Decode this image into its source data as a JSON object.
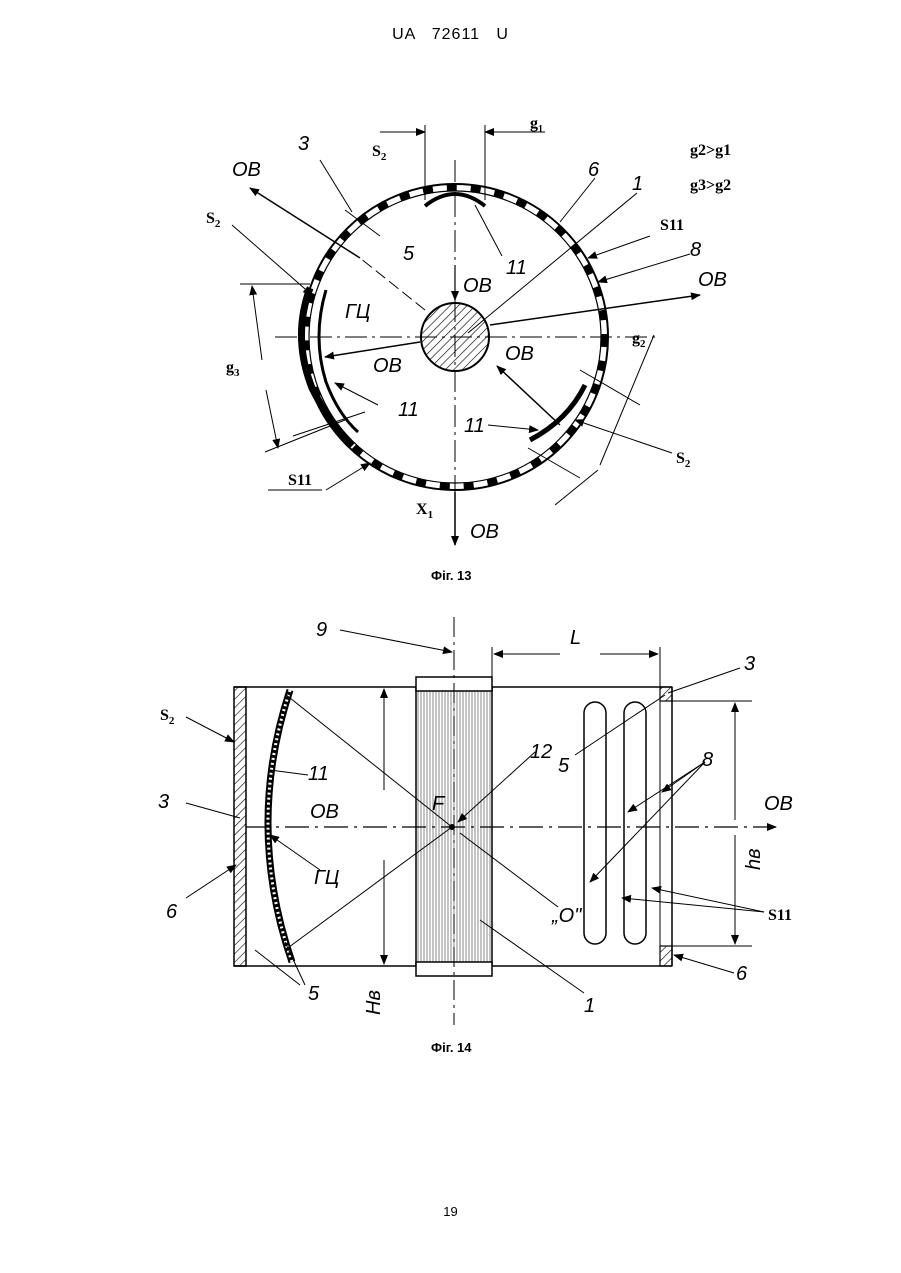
{
  "header": {
    "text": "UA   72611   U"
  },
  "page_number": "19",
  "fig13": {
    "caption": "Фіг. 13",
    "labels": {
      "ob_topleft": "ОВ",
      "n3": "3",
      "s2_top": "S",
      "s2_top_sub": "2",
      "g1": "g",
      "g1_sub": "1",
      "cond1": "g2>g1",
      "cond2": "g3>g2",
      "n6": "6",
      "n1": "1",
      "s11_right": "S11",
      "n8": "8",
      "ob_right": "ОВ",
      "s2_left": "S",
      "s2_left_sub": "2",
      "n5": "5",
      "n11_top": "11",
      "ob_center_top": "ОВ",
      "gc": "ГЦ",
      "ob_left_arrow": "ОВ",
      "ob_center_right": "ОВ",
      "g2": "g",
      "g2_sub": "2",
      "g3": "g",
      "g3_sub": "3",
      "n11_left": "11",
      "n11_right": "11",
      "s2_right": "S",
      "s2_right_sub": "2",
      "s11_left": "S11",
      "x1": "X",
      "x1_sub": "1",
      "ob_bottom": "ОВ"
    }
  },
  "fig14": {
    "caption": "Фіг. 14",
    "labels": {
      "n9": "9",
      "L": "L",
      "n3_right": "3",
      "s2": "S",
      "s2_sub": "2",
      "n12": "12",
      "n5_right": "5",
      "n8": "8",
      "n11": "11",
      "n3_left": "3",
      "ob_center": "ОВ",
      "F": "F",
      "ob_right": "ОВ",
      "hb": "hв",
      "gc": "ГЦ",
      "o": "„О\"",
      "s11": "S11",
      "n6_left": "6",
      "n6_right": "6",
      "n5_left": "5",
      "Hb": "Hв",
      "n1": "1"
    }
  }
}
